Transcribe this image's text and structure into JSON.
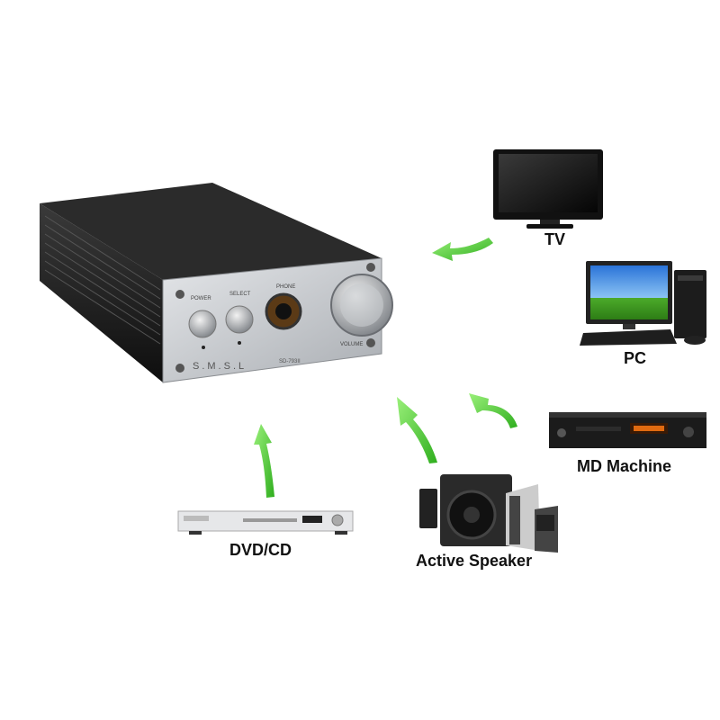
{
  "device": {
    "brand": "S.M.S.L",
    "model": "SD-793II",
    "knob_labels": [
      "POWER",
      "SELECT",
      "PHONE",
      "VOLUME"
    ]
  },
  "connections": {
    "tv": "TV",
    "pc": "PC",
    "md_machine": "MD Machine",
    "dvd_cd": "DVD/CD",
    "active_speaker": "Active Speaker"
  },
  "colors": {
    "arrow": "#5fd43a",
    "panel": "#c9ccd0",
    "body": "#1a1a1a"
  },
  "icons": [
    "amplifier-icon",
    "tv-icon",
    "pc-icon",
    "md-machine-icon",
    "dvd-player-icon",
    "speaker-set-icon",
    "arrow-icon"
  ]
}
